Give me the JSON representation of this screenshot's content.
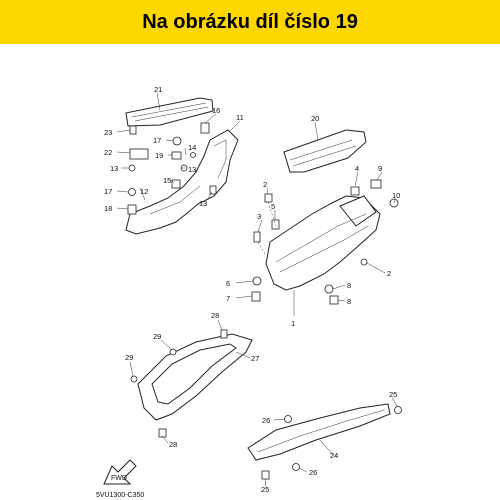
{
  "banner": {
    "text": "Na obrázku díl číslo 19",
    "color": "#ffd700"
  },
  "diagram_code": "5VU1300-C350",
  "fwd_icon": {
    "icon": "fwd-arrow-icon",
    "text": "FWD"
  },
  "part_labels": [
    "1",
    "2",
    "3",
    "4",
    "5",
    "6",
    "7",
    "8",
    "9",
    "10",
    "11",
    "12",
    "13",
    "14",
    "15",
    "16",
    "17",
    "18",
    "19",
    "20",
    "21",
    "22",
    "23",
    "24",
    "25",
    "26",
    "27",
    "28",
    "29"
  ],
  "callouts": {
    "n21": "21",
    "n16": "16",
    "n11": "11",
    "n23": "23",
    "n17a": "17",
    "n14": "14",
    "n22": "22",
    "n19": "19",
    "n13a": "13",
    "n15": "15",
    "n13b": "13",
    "n17b": "17",
    "n12": "12",
    "n18": "18",
    "n13c": "13",
    "n20": "20",
    "n4": "4",
    "n9": "9",
    "n2a": "2",
    "n10": "10",
    "n5": "5",
    "n3": "3",
    "n2b": "2",
    "n6": "6",
    "n7": "7",
    "n8a": "8",
    "n8b": "8",
    "n1": "1",
    "n28a": "28",
    "n29a": "29",
    "n27": "27",
    "n29b": "29",
    "n28b": "28",
    "n25a": "25",
    "n26a": "26",
    "n24": "24",
    "n26b": "26",
    "n25b": "25"
  }
}
